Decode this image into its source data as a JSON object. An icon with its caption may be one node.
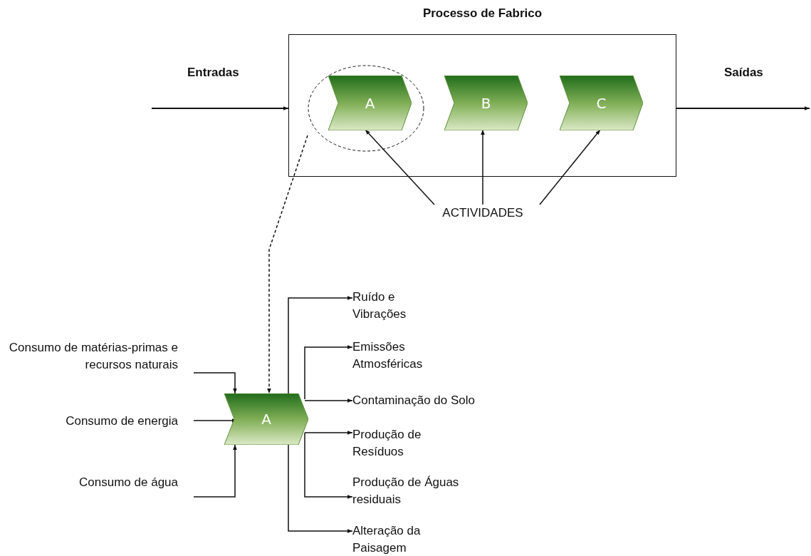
{
  "diagram": {
    "nodes": [
      {
        "text": [
          "Processo de Fabrico"
        ]
      },
      {
        "text": [],
        "shape": "circle",
        "in": 0
      },
      {
        "text": [
          "A"
        ],
        "in": 1
      },
      {
        "text": [
          "B"
        ],
        "in": 0
      },
      {
        "text": [
          "C"
        ],
        "in": 0
      },
      {
        "text": [
          "ACTIVIDADES"
        ]
      },
      {
        "text": [
          "A"
        ]
      },
      {
        "text": [
          "Consumo de matérias-primas e recursos naturais"
        ]
      },
      {
        "text": [
          "Consumo de energia"
        ]
      },
      {
        "text": [
          "Consumo de água"
        ]
      },
      {
        "text": [
          "Ruído e Vibrações"
        ]
      },
      {
        "text": [
          "Emissões Atmosféricas"
        ]
      },
      {
        "text": [
          "Contaminação do Solo"
        ]
      },
      {
        "text": [
          "Produção de Resíduos"
        ]
      },
      {
        "text": [
          "Produção de Águas residuais"
        ]
      },
      {
        "text": [
          "Alteração da Paisagem"
        ]
      }
    ],
    "edges": [
      {
        "from": null,
        "to": 0,
        "arrow": "to"
      },
      {
        "from": 0,
        "to": null,
        "arrow": "to"
      },
      {
        "from": 5,
        "to": 2,
        "arrow": "to"
      },
      {
        "from": 5,
        "to": 3,
        "arrow": "to"
      },
      {
        "from": 5,
        "to": 4,
        "arrow": "to"
      },
      {
        "from": 1,
        "to": 6,
        "arrow": "to",
        "style": "dashed"
      },
      {
        "from": 7,
        "to": 6,
        "arrow": "to"
      },
      {
        "from": 8,
        "to": 6,
        "arrow": "to"
      },
      {
        "from": 9,
        "to": 6,
        "arrow": "to"
      },
      {
        "from": 6,
        "to": 10,
        "arrow": "to"
      },
      {
        "from": 6,
        "to": 11,
        "arrow": "to"
      },
      {
        "from": 6,
        "to": 12,
        "arrow": "to"
      },
      {
        "from": 6,
        "to": 13,
        "arrow": "to"
      },
      {
        "from": 6,
        "to": 14,
        "arrow": "to"
      },
      {
        "from": 6,
        "to": 15,
        "arrow": "to"
      }
    ],
    "labels": [
      "Entradas",
      "Saídas"
    ]
  }
}
